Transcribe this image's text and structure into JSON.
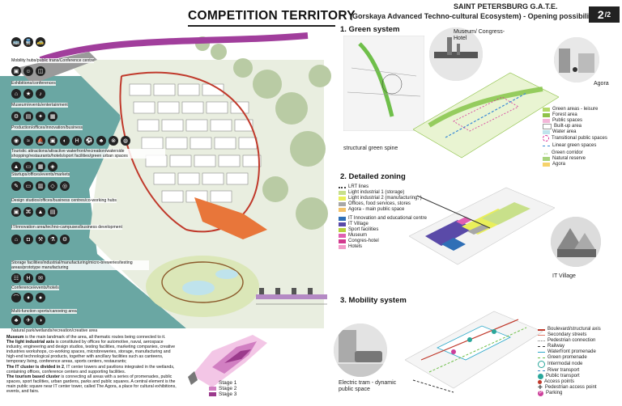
{
  "header": {
    "title": "COMPETITION TERRITORY",
    "right_line1": "SAINT PETERSBURG G.A.T.E.",
    "right_line2": "(Gorskaya Advanced Techno-cultural Ecosystem) - Opening possibilities",
    "page_number": "2",
    "page_total": "/2"
  },
  "left_labels": [
    "Mobility hubs/public trans/Conference centre",
    "Exhibitions/conferences",
    "Museum/events/entertainment",
    "Production/offices/innovation/business",
    "Touristic attractions/attractive waterfront/recreation/waterside shopping/restaurants/hotels/sport facilities/green urban spaces",
    "Startups/offices/events/markets",
    "Design studios/offices/business centres/co-working hubs",
    "IT/innovation area/techno-campuses/business development",
    "Storage facilities/industrial/manufacturing/micro-breweries/testing areas/prototype manufacturing",
    "Conference/events/hotels",
    "Multi-function sports/canoeing area",
    "Natural park/wetlands/recreation/creative area"
  ],
  "description": {
    "p1_bold": "Museum",
    "p1": " is the main landmark of the area, all thematic routes being connected to it.",
    "p2_bold": "The light industrial axis",
    "p2": " is constituted by offices for automotive, naval, aerospace industry, engineering and design studios, testing facilities, marketing companies, creative industries workshops, co-working spaces, microbreweries, storage, manufacturing and high-end technological products, together with ancillary facilities such as canteens, temporary living, conference areas, sports centers, restaurants;",
    "p3_bold": "The IT cluster is divided in 2",
    "p3": ", IT center towers and pavilions integrated in the wetlands, containing offices, conference centers and supporting facilities.",
    "p4_bold": "The tourism based cluster",
    "p4": " is connecting all areas with a series of promenades, public spaces, sport facilities, urban gardens, parks and public squares. A central element is the main public square near IT center tower, called The Agora, a place for cultural exhibitions, events, and fairs."
  },
  "stages": [
    {
      "label": "Stage 1",
      "color": "#f3c6e6"
    },
    {
      "label": "Stage 2",
      "color": "#d17fc2"
    },
    {
      "label": "Stage 3",
      "color": "#9b3a8c"
    }
  ],
  "green_system": {
    "title": "1. Green system",
    "photo_caption_museum": "Museum/ Congress-Hotel",
    "photo_caption_agora": "Agora",
    "spine_caption": "structural green spine",
    "legend": [
      {
        "label": "Green areas - leisure",
        "color": "#b5d96b"
      },
      {
        "label": "Forest area",
        "color": "#8fc24a"
      },
      {
        "label": "Public spaces",
        "color": "#f3b6d8"
      },
      {
        "label": "Built-up area",
        "color": "#ffffff"
      },
      {
        "label": "Water area",
        "color": "#bfe3ec"
      },
      {
        "label": "Transitional public spaces",
        "color": "#d7339b"
      },
      {
        "label": "Linear green spaces",
        "color": "#3a8ad6"
      },
      {
        "label": "Green corridor",
        "color": "#7fc241"
      },
      {
        "label": "Natural reserve",
        "color": "#a8d37c"
      },
      {
        "label": "Agora",
        "color": "#f6d26b"
      }
    ]
  },
  "detailed_zoning": {
    "title": "2. Detailed zoning",
    "legend": [
      {
        "label": "LRT lines",
        "color": "#444444"
      },
      {
        "label": "Light industrial 1 (storage)",
        "color": "#c8e08a"
      },
      {
        "label": "Light industrial 2 (manufacturing, )",
        "color": "#e9ef5a"
      },
      {
        "label": "Offices, food services, stores",
        "color": "#a7a7a7"
      },
      {
        "label": "Agora - main public space",
        "color": "#f3c36a"
      },
      {
        "label": "IT Innovation and educational centre",
        "color": "#2f6fb6"
      },
      {
        "label": "IT Village",
        "color": "#5a4aa8"
      },
      {
        "label": "Sport facilities",
        "color": "#b7d13d"
      },
      {
        "label": "Museum",
        "color": "#e05fb2"
      },
      {
        "label": "Congres-hotel",
        "color": "#d23a8f"
      },
      {
        "label": "Hotels",
        "color": "#f29cc9"
      }
    ],
    "photo_caption": "IT Village"
  },
  "mobility_system": {
    "title": "3. Mobility system",
    "photo_caption": "Electric tram - dynamic public space",
    "legend": [
      {
        "label": "Boulevard/structural axis",
        "color": "#c0392b"
      },
      {
        "label": "Secondary streets",
        "color": "#e07b6b"
      },
      {
        "label": "Pedestrian connection",
        "color": "#777777"
      },
      {
        "label": "Railway",
        "color": "#333333"
      },
      {
        "label": "Waterfront promenade",
        "color": "#2aa7c9"
      },
      {
        "label": "Green promenade",
        "color": "#6fbf4a"
      },
      {
        "label": "Intermodal node",
        "color": "#2aa79b"
      },
      {
        "label": "River transport",
        "color": "#3c85c7"
      },
      {
        "label": "Public transport",
        "color": "#2aa79b"
      },
      {
        "label": "Access points",
        "color": "#c0392b"
      },
      {
        "label": "Pedestrian access point",
        "color": "#555555"
      },
      {
        "label": "Parking",
        "color": "#cc3f9a"
      }
    ]
  }
}
